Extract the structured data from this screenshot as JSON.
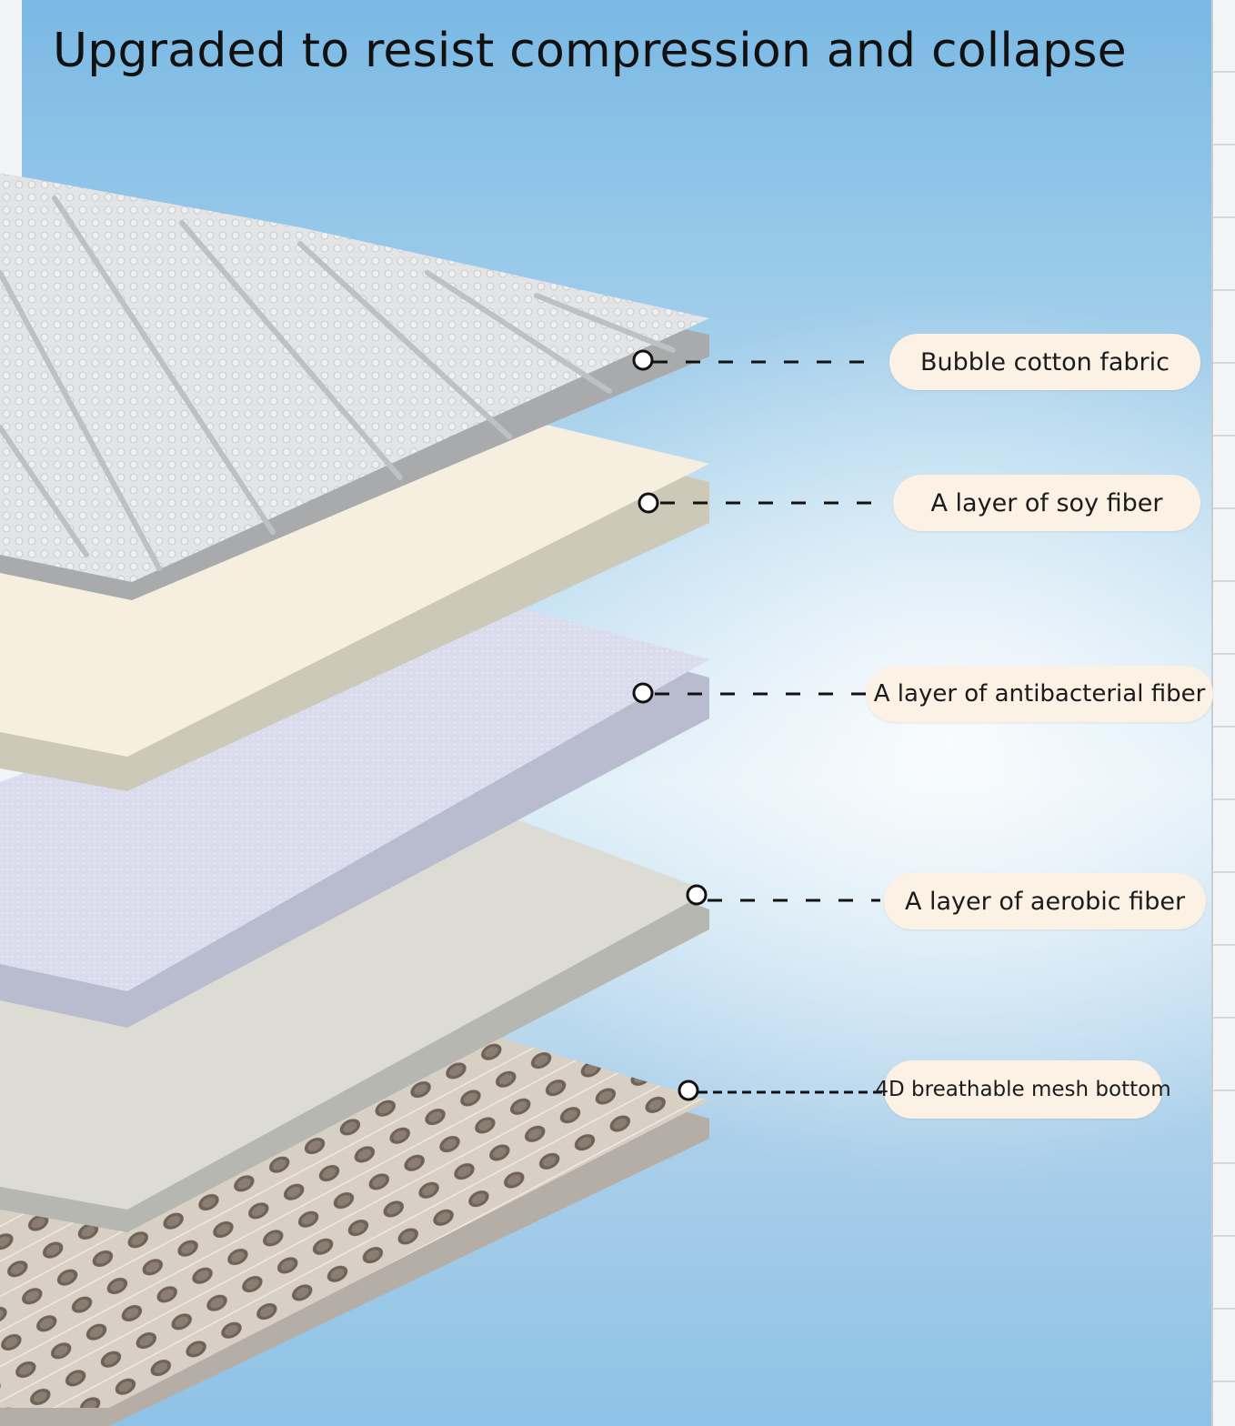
{
  "title": "Upgraded to resist compression and collapse",
  "layers": [
    {
      "label": "Bubble cotton fabric",
      "color": "#d9dadb"
    },
    {
      "label": "A layer of soy fiber",
      "color": "#f6efe0"
    },
    {
      "label": "A layer of antibacterial fiber",
      "color": "#d7d9ea"
    },
    {
      "label": "A layer of aerobic fiber",
      "color": "#dcdcd4"
    },
    {
      "label": "4D breathable mesh bottom",
      "color": "#cfc6ba"
    }
  ],
  "colors": {
    "label_background": "#fbf1e4",
    "leader_line": "#111111",
    "background_top": "#7ab9e4",
    "background_center": "#d9ecf6"
  }
}
